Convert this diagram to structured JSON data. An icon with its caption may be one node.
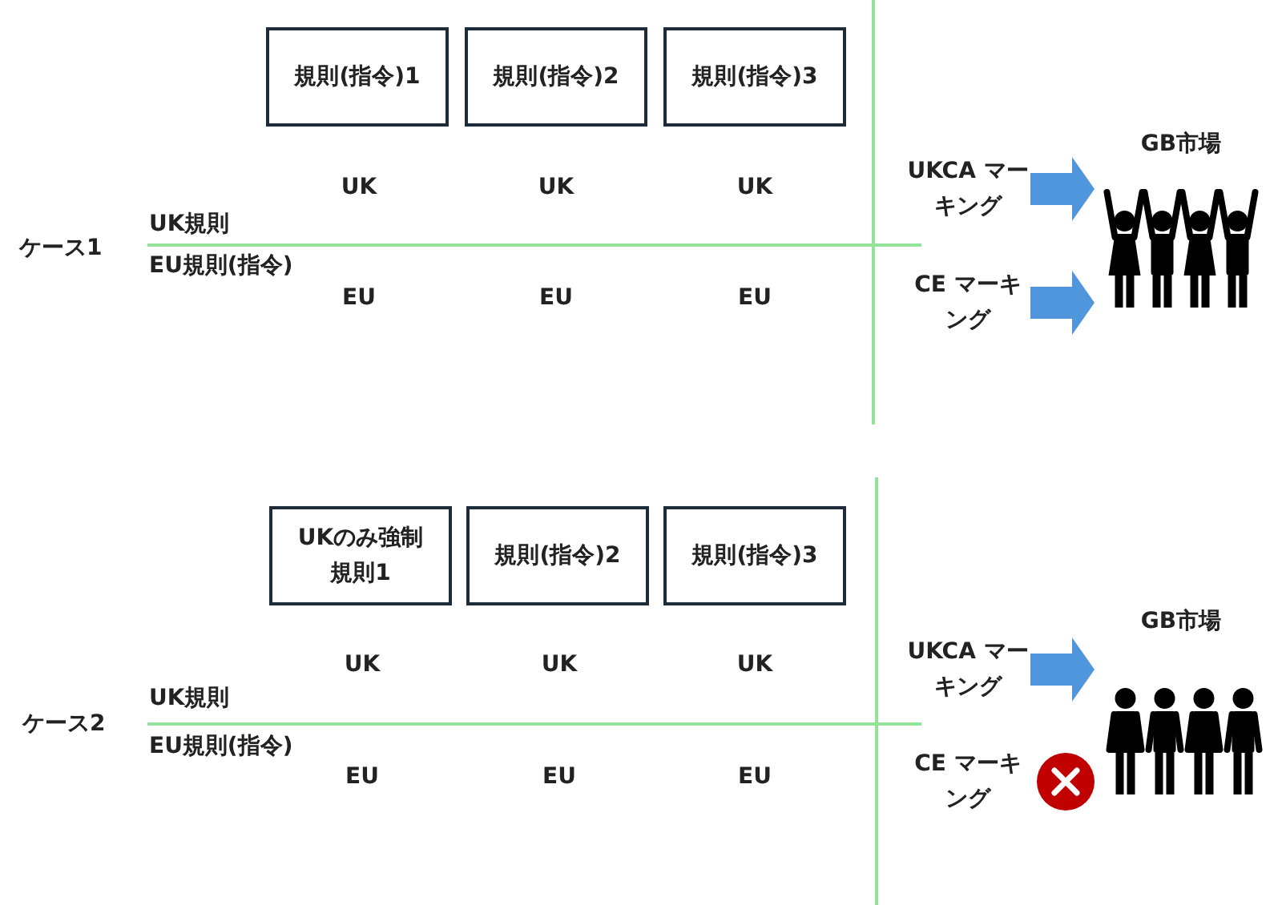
{
  "diagram": {
    "nodes": [
      {
        "text": [
          "規則(指令)1"
        ]
      },
      {
        "text": [
          "規則(指令)2"
        ]
      },
      {
        "text": [
          "規則(指令)3"
        ]
      },
      {
        "text": [
          "UKCA マーキング"
        ]
      },
      {
        "text": [
          "CE マーキング"
        ]
      },
      {
        "text": [],
        "shape": "person",
        "beside": [
          "GB市場"
        ]
      },
      {
        "text": [
          "UKのみ強制規則1"
        ]
      },
      {
        "text": [
          "規則(指令)2"
        ]
      },
      {
        "text": [
          "規則(指令)3"
        ]
      },
      {
        "text": [
          "UKCA マーキング"
        ]
      },
      {
        "text": [
          "CE マーキング"
        ]
      },
      {
        "text": [],
        "shape": "person",
        "beside": [
          "GB市場"
        ]
      }
    ],
    "edges": [
      {
        "from": 3,
        "to": 5,
        "arrow": "to"
      },
      {
        "from": 4,
        "to": 5,
        "arrow": "to"
      },
      {
        "from": 9,
        "to": 11,
        "arrow": "to"
      }
    ],
    "labels": [
      "UK",
      "UK",
      "UK",
      "UK規則",
      "ケース1",
      "EU規則(指令)",
      "EU",
      "EU",
      "EU",
      "UK",
      "UK",
      "UK",
      "UK規則",
      "ケース2",
      "EU規則(指令)",
      "EU",
      "EU",
      "EU"
    ]
  }
}
